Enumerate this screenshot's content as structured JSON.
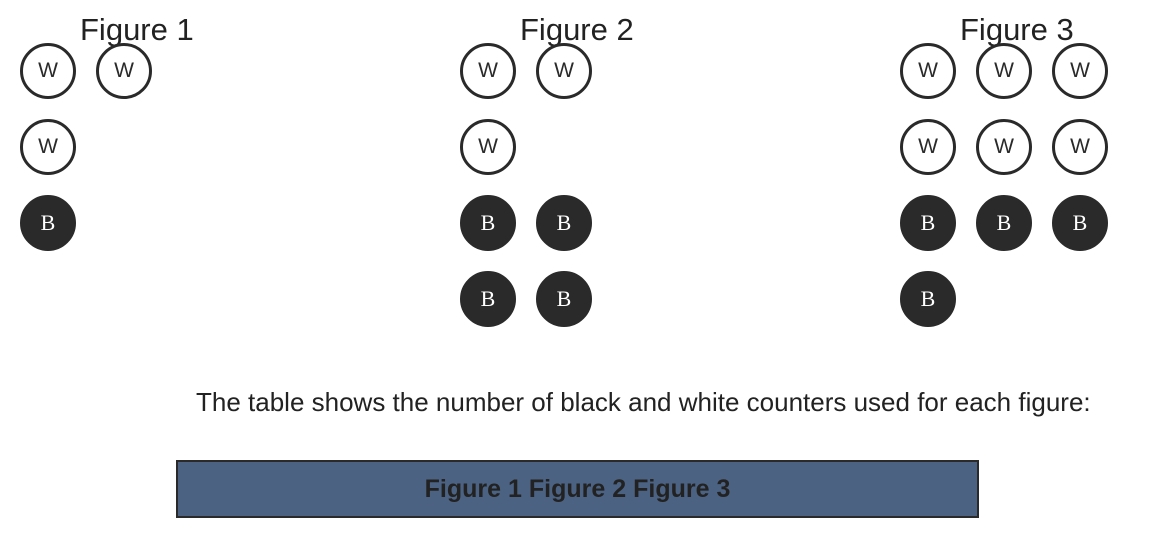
{
  "figures": [
    {
      "title": "Figure 1",
      "rows": [
        [
          "W",
          "W"
        ],
        [
          "W"
        ],
        [
          "B"
        ]
      ]
    },
    {
      "title": "Figure 2",
      "rows": [
        [
          "W",
          "W"
        ],
        [
          "W"
        ],
        [
          "B",
          "B"
        ],
        [
          "B",
          "B"
        ]
      ]
    },
    {
      "title": "Figure 3",
      "rows": [
        [
          "W",
          "W",
          "W"
        ],
        [
          "W",
          "W",
          "W"
        ],
        [
          "B",
          "B",
          "B"
        ],
        [
          "B"
        ]
      ]
    }
  ],
  "intro_text": "The table shows the number of black and white counters used for each figure:",
  "table": {
    "headers": [
      "Figure 1",
      "Figure 2",
      "Figure 3"
    ]
  },
  "colors": {
    "black_counter": "#2a2a2a",
    "white_counter": "#ffffff",
    "table_header_bg": "#4b6282"
  }
}
